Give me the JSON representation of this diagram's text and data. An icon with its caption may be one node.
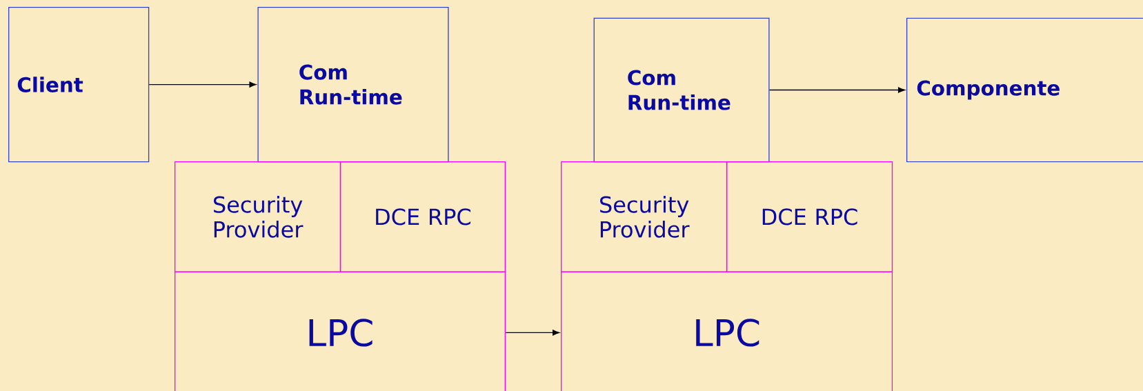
{
  "diagram": {
    "nodes": [
      {
        "text": [
          "Client"
        ]
      },
      {
        "text": [
          "Com Run-time"
        ]
      },
      {
        "text": [
          "Security Provider"
        ]
      },
      {
        "text": [
          "DCE RPC"
        ]
      },
      {
        "text": [
          "LPC"
        ]
      },
      {
        "text": [
          "Com Run-time"
        ]
      },
      {
        "text": [
          "Security Provider"
        ]
      },
      {
        "text": [
          "DCE RPC"
        ]
      },
      {
        "text": [
          "LPC"
        ]
      },
      {
        "text": [
          "Componente"
        ]
      }
    ],
    "edges": [
      {
        "from": 0,
        "to": 1,
        "arrow": "to"
      },
      {
        "from": 4,
        "to": 8,
        "arrow": "to"
      },
      {
        "from": 5,
        "to": 9,
        "arrow": "to"
      }
    ]
  }
}
